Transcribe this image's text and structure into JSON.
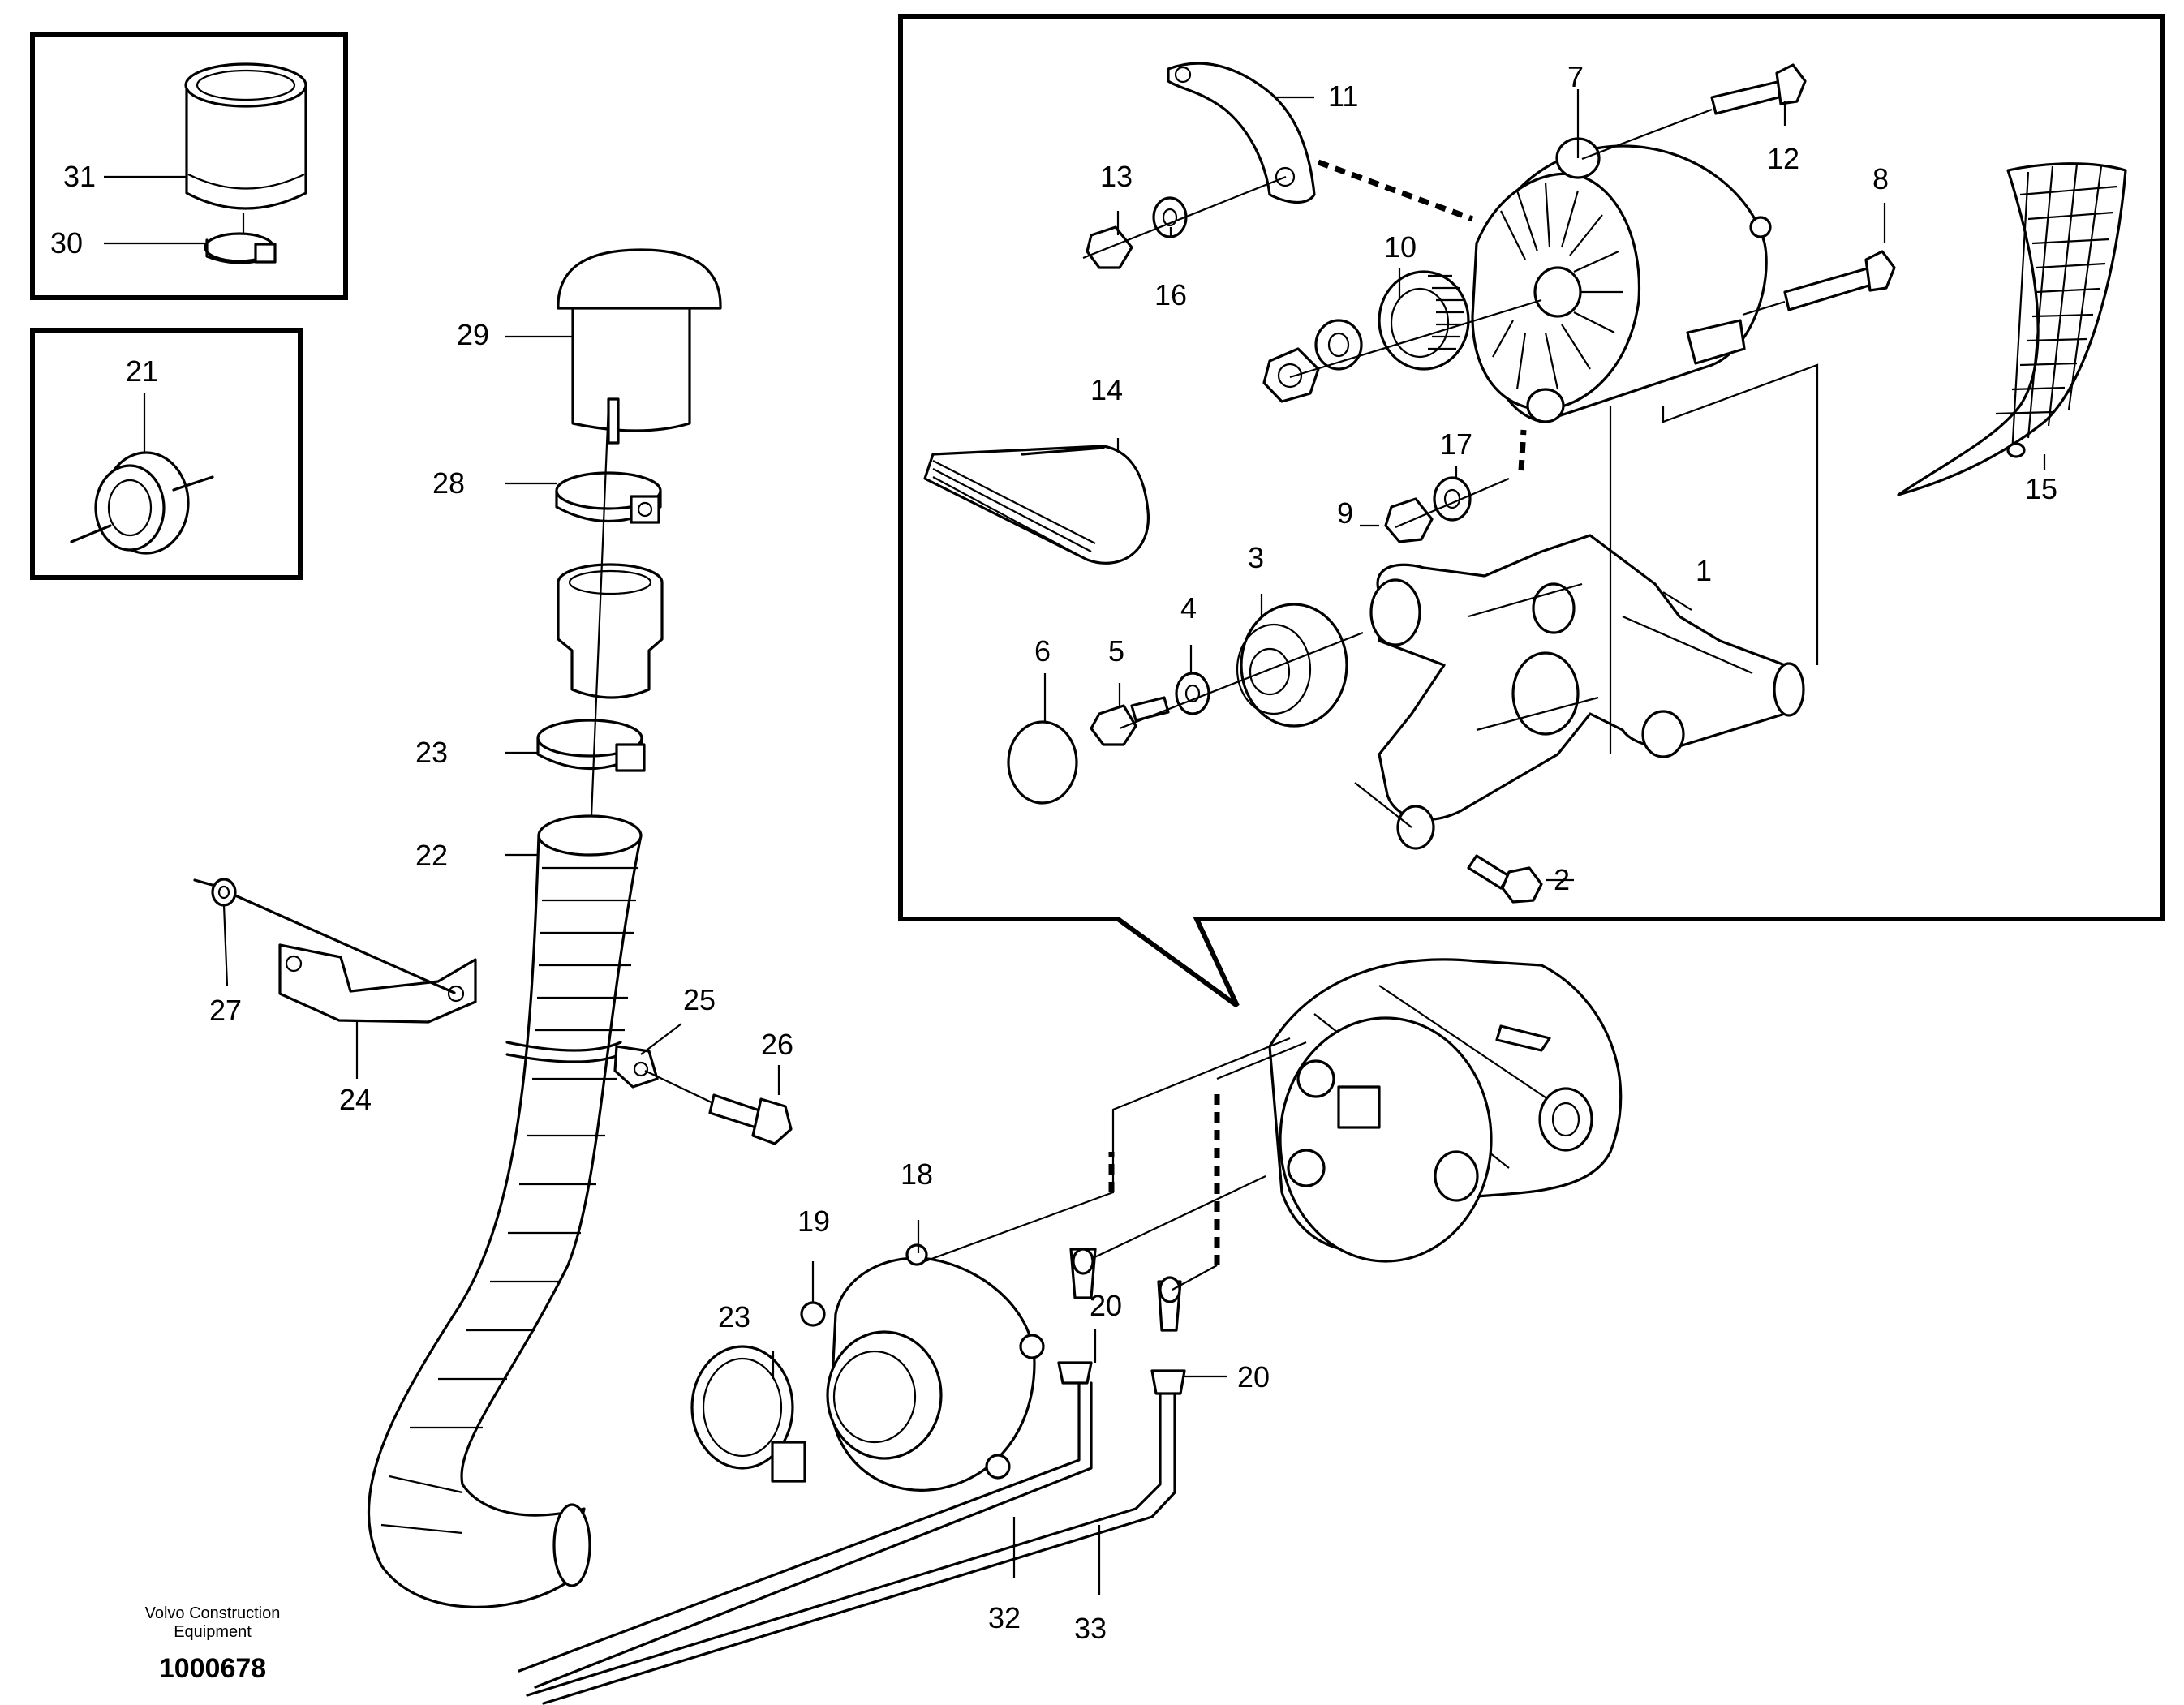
{
  "footer": {
    "brand_line1": "Volvo Construction",
    "brand_line2": "Equipment",
    "figure_id": "1000678"
  },
  "callouts": {
    "c1": "1",
    "c2": "2",
    "c3": "3",
    "c4": "4",
    "c5": "5",
    "c6": "6",
    "c7": "7",
    "c8": "8",
    "c9": "9",
    "c10": "10",
    "c11": "11",
    "c12": "12",
    "c13": "13",
    "c14": "14",
    "c15": "15",
    "c16": "16",
    "c17": "17",
    "c18": "18",
    "c19": "19",
    "c20a": "20",
    "c20b": "20",
    "c21": "21",
    "c22": "22",
    "c23a": "23",
    "c23b": "23",
    "c24": "24",
    "c25": "25",
    "c26": "26",
    "c27": "27",
    "c28": "28",
    "c29": "29",
    "c30": "30",
    "c31": "31",
    "c32": "32",
    "c33": "33"
  }
}
